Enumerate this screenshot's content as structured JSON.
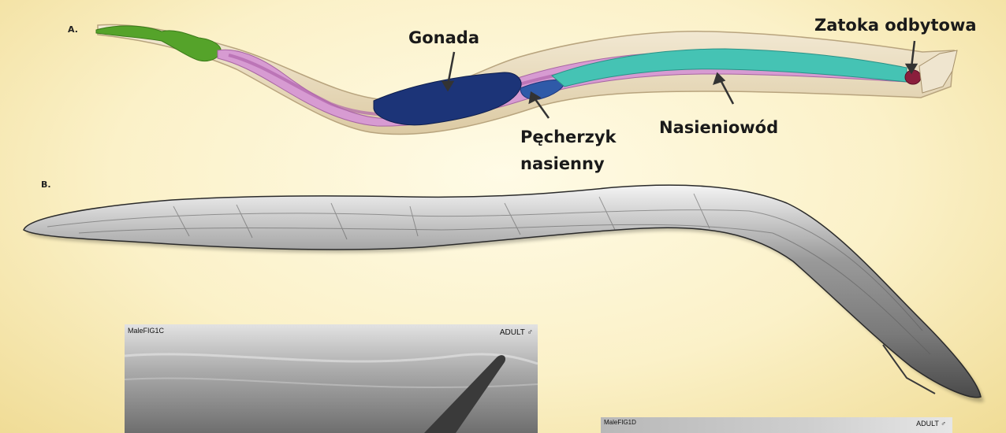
{
  "figure": {
    "panel_a": {
      "letter": "A.",
      "labels": {
        "gonad": "Gonada",
        "anal_sinus": "Zatoka odbytowa",
        "seminal_vesicle_line1": "Pęcherzyk",
        "seminal_vesicle_line2": "nasienny",
        "vas_deferens": "Nasieniowód"
      },
      "colors": {
        "body": "#e9dcc0",
        "pharynx": "#55a32a",
        "intestine": "#c97fc6",
        "gonad": "#1c3478",
        "vas_deferens": "#45c3b4"
      }
    },
    "panel_b": {
      "letter": "B."
    },
    "panel_c": {
      "id_label": "MaleFIG1C",
      "stage_label": "ADULT ♂"
    },
    "panel_d": {
      "id_label": "MaleFIG1D",
      "stage_label": "ADULT ♂"
    }
  }
}
